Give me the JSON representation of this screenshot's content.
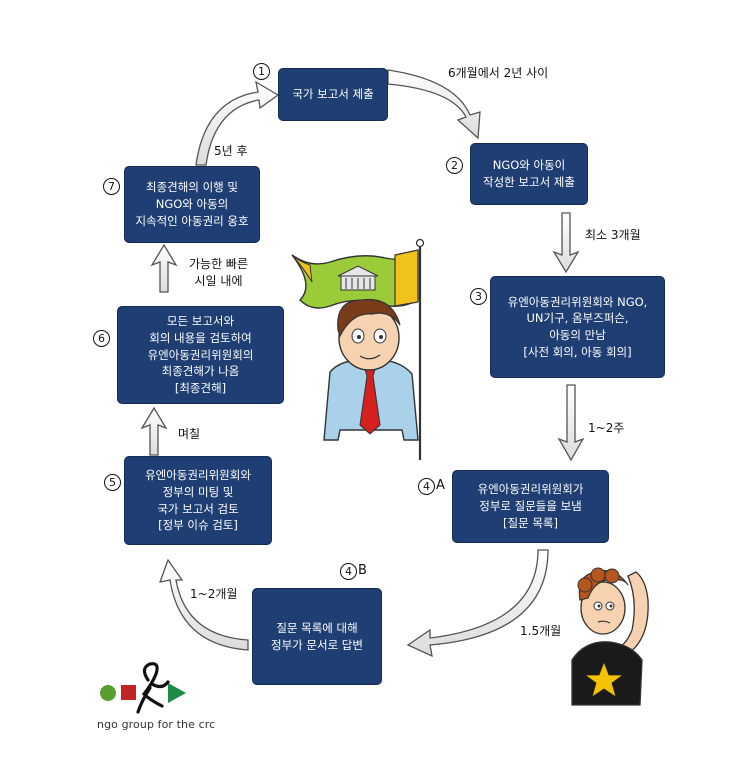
{
  "steps": {
    "s1": {
      "num": "1",
      "lines": [
        "국가 보고서 제출"
      ]
    },
    "s2": {
      "num": "2",
      "lines": [
        "NGO와 아동이",
        "작성한 보고서 제출"
      ]
    },
    "s3": {
      "num": "3",
      "lines": [
        "유엔아동권리위원회와 NGO,",
        "UN기구, 옴부즈퍼슨,",
        "아동의 만남",
        "[사전 회의, 아동 회의]"
      ]
    },
    "s4a": {
      "num": "4",
      "suffix": "A",
      "lines": [
        "유엔아동권리위원회가",
        "정부로 질문들을 보냄",
        "[질문 목록]"
      ]
    },
    "s4b": {
      "num": "4",
      "suffix": "B",
      "lines": [
        "질문 목록에 대해",
        "정부가 문서로 답변"
      ]
    },
    "s5": {
      "num": "5",
      "lines": [
        "유엔아동권리위원회와",
        "정부의 미팅 및",
        "국가 보고서 검토",
        "[정부 이슈 검토]"
      ]
    },
    "s6": {
      "num": "6",
      "lines": [
        "모든 보고서와",
        "회의 내용을 검토하여",
        "유엔아동권리위원회의",
        "최종견해가 나옴",
        "[최종견해]"
      ]
    },
    "s7": {
      "num": "7",
      "lines": [
        "최종견해의 이행 및",
        "NGO와 아동의",
        "지속적인 아동권리 옹호"
      ]
    }
  },
  "labels": {
    "t12": "6개월에서 2년 사이",
    "t23": "최소 3개월",
    "t34": "1~2주",
    "t4a4b": "1.5개월",
    "t4b5": "1~2개월",
    "t56": "며칠",
    "t67": [
      "가능한 빠른",
      "시일 내에"
    ],
    "t71": "5년 후"
  },
  "logo": {
    "text": "ngo group for the crc"
  },
  "colors": {
    "box": "#1f3e73",
    "arrow_fill": "#ffffff",
    "arrow_stroke": "#555555"
  }
}
